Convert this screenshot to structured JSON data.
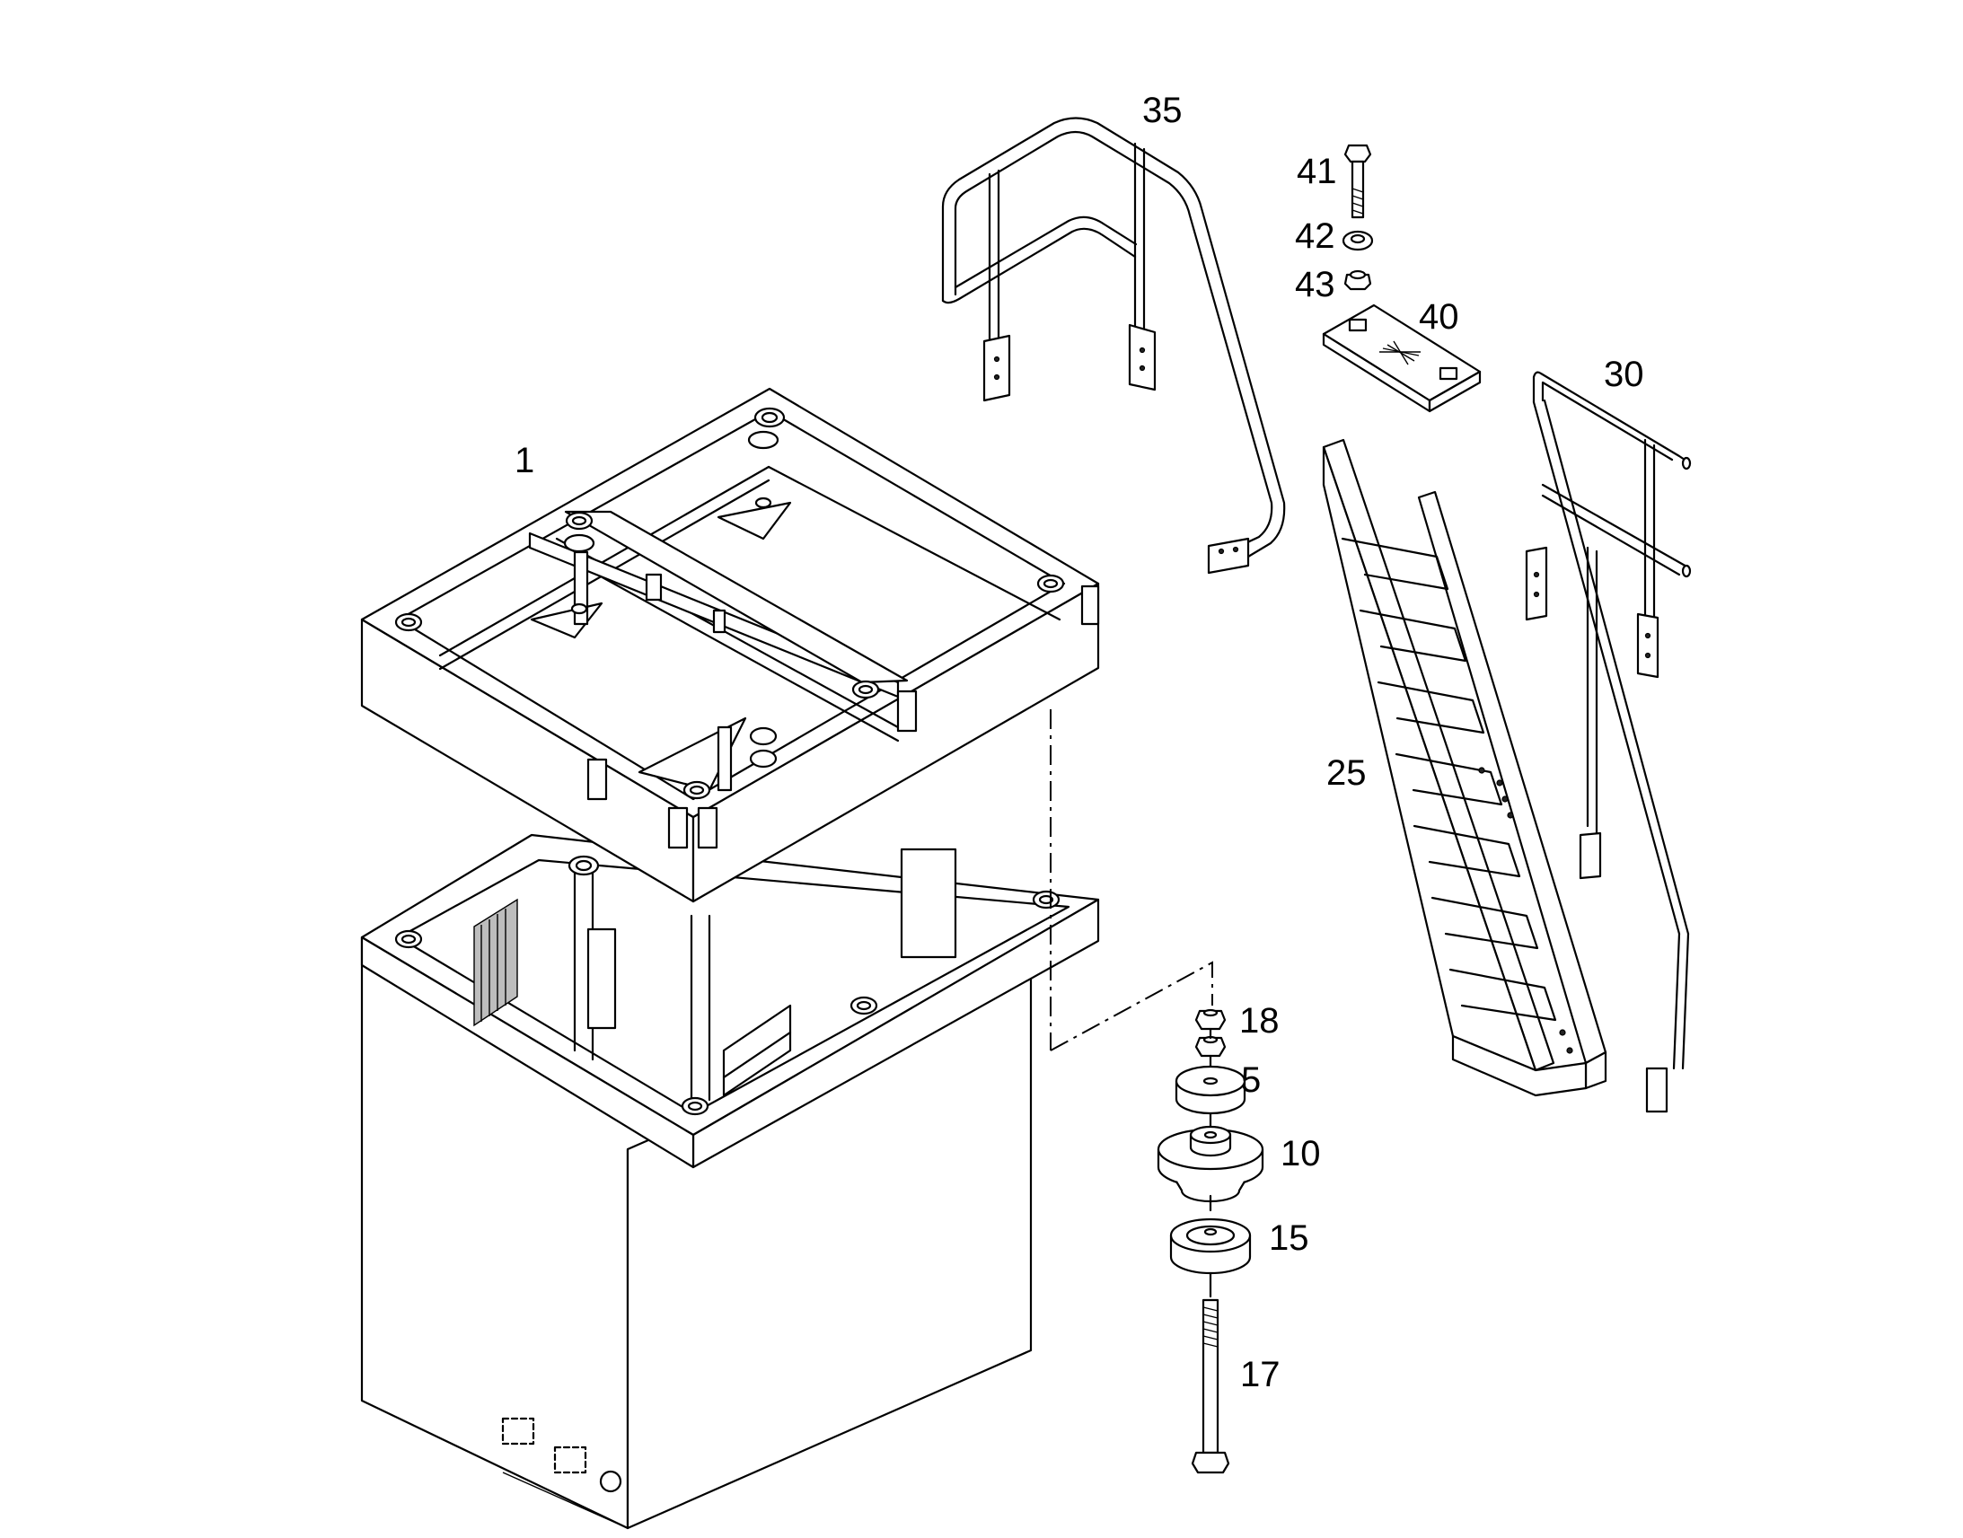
{
  "callouts": {
    "c1": "1",
    "c5": "5",
    "c10": "10",
    "c15": "15",
    "c17": "17",
    "c18": "18",
    "c25": "25",
    "c30": "30",
    "c35": "35",
    "c40": "40",
    "c41": "41",
    "c42": "42",
    "c43": "43"
  },
  "colors": {
    "line": "#000000",
    "background": "#ffffff"
  }
}
